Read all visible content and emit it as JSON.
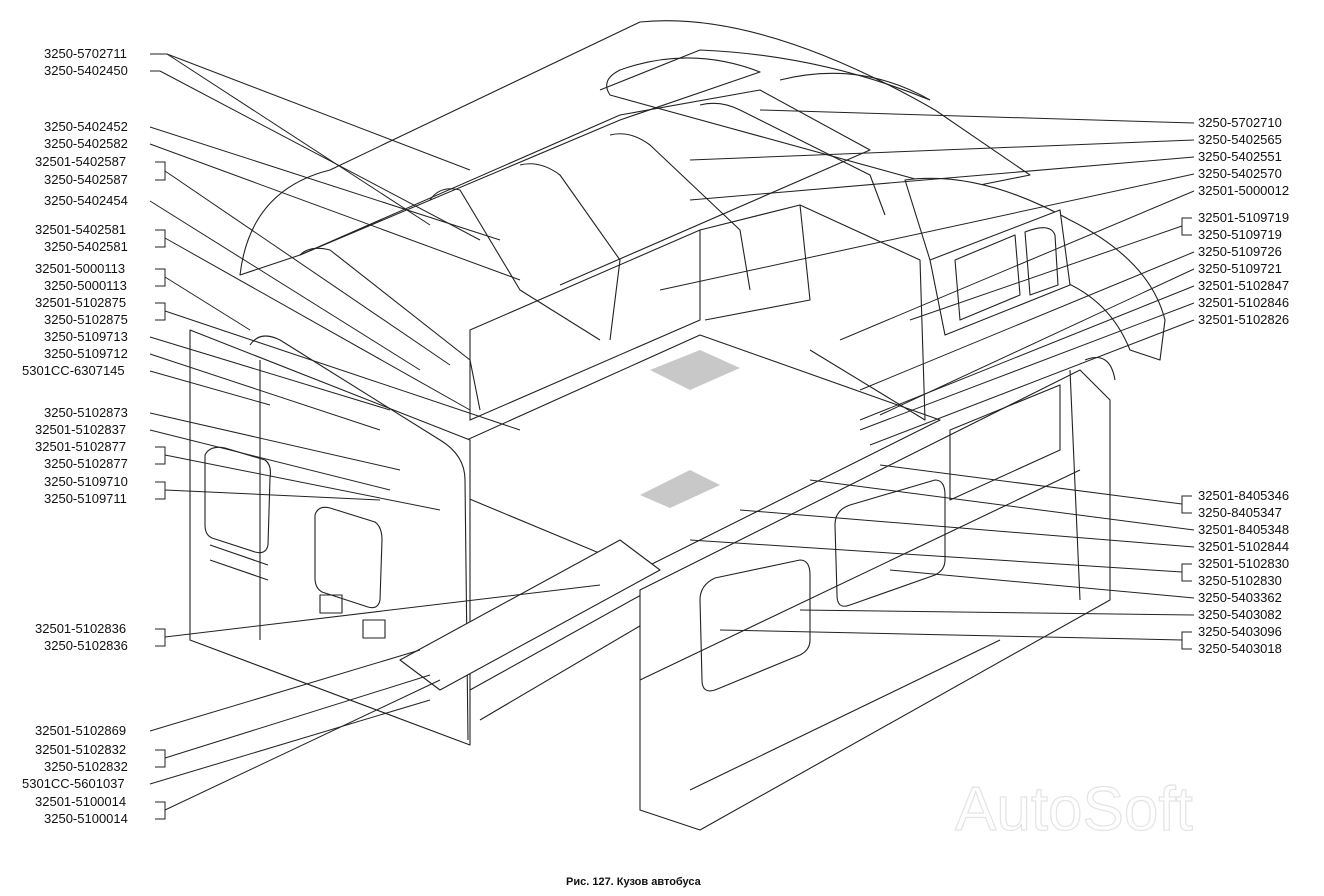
{
  "figure": {
    "caption": "Рис. 127. Кузов автобуса",
    "watermark": "AutoSoft"
  },
  "labels_left": [
    "3250-5702711",
    "3250-5402450",
    "3250-5402452",
    "3250-5402582",
    "32501-5402587",
    "3250-5402587",
    "3250-5402454",
    "32501-5402581",
    "3250-5402581",
    "32501-5000113",
    "3250-5000113",
    "32501-5102875",
    "3250-5102875",
    "3250-5109713",
    "3250-5109712",
    "5301СС-6307145",
    "3250-5102873",
    "32501-5102837",
    "32501-5102877",
    "3250-5102877",
    "3250-5109710",
    "3250-5109711",
    "32501-5102836",
    "3250-5102836",
    "32501-5102869",
    "32501-5102832",
    "3250-5102832",
    "5301СС-5601037",
    "32501-5100014",
    "3250-5100014"
  ],
  "labels_right": [
    "3250-5702710",
    "3250-5402565",
    "3250-5402551",
    "3250-5402570",
    "32501-5000012",
    "32501-5109719",
    "3250-5109719",
    "3250-5109726",
    "3250-5109721",
    "32501-5102847",
    "32501-5102846",
    "32501-5102826",
    "32501-8405346",
    "3250-8405347",
    "32501-8405348",
    "32501-5102844",
    "32501-5102830",
    "3250-5102830",
    "3250-5403362",
    "3250-5403082",
    "3250-5403096",
    "3250-5403018"
  ]
}
